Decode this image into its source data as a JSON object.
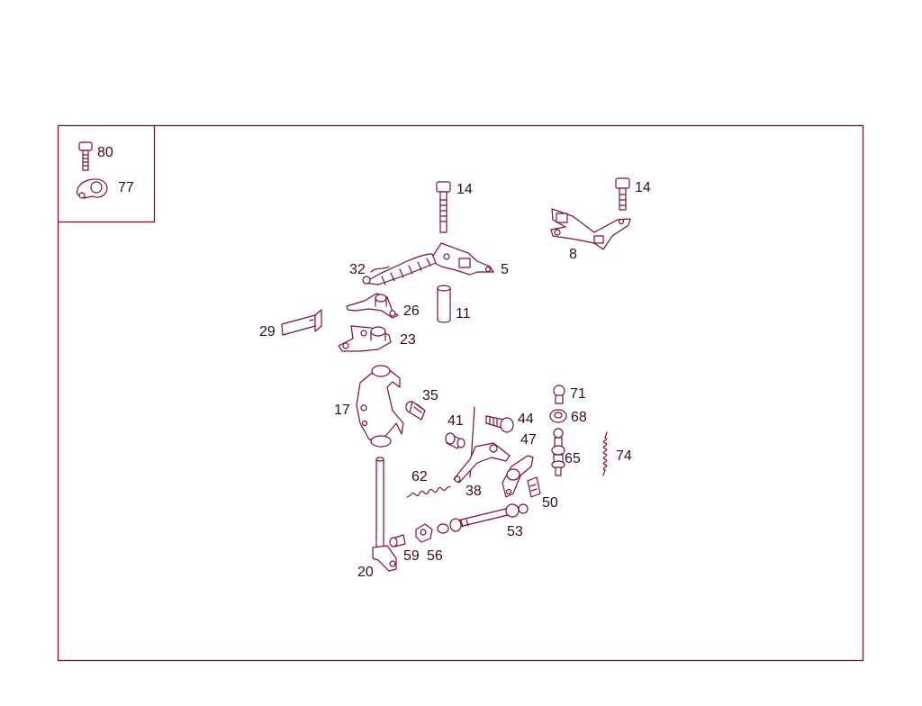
{
  "colors": {
    "line": "#7a1030",
    "text": "#3a0a1c",
    "background": "#ffffff"
  },
  "labels": {
    "p80": "80",
    "p77": "77",
    "p14a": "14",
    "p14b": "14",
    "p8": "8",
    "p5": "5",
    "p32": "32",
    "p11": "11",
    "p26": "26",
    "p29": "29",
    "p23": "23",
    "p17": "17",
    "p35": "35",
    "p41": "41",
    "p44": "44",
    "p71": "71",
    "p68": "68",
    "p47": "47",
    "p65": "65",
    "p74": "74",
    "p62": "62",
    "p38": "38",
    "p50": "50",
    "p53": "53",
    "p59": "59",
    "p56": "56",
    "p20": "20"
  }
}
